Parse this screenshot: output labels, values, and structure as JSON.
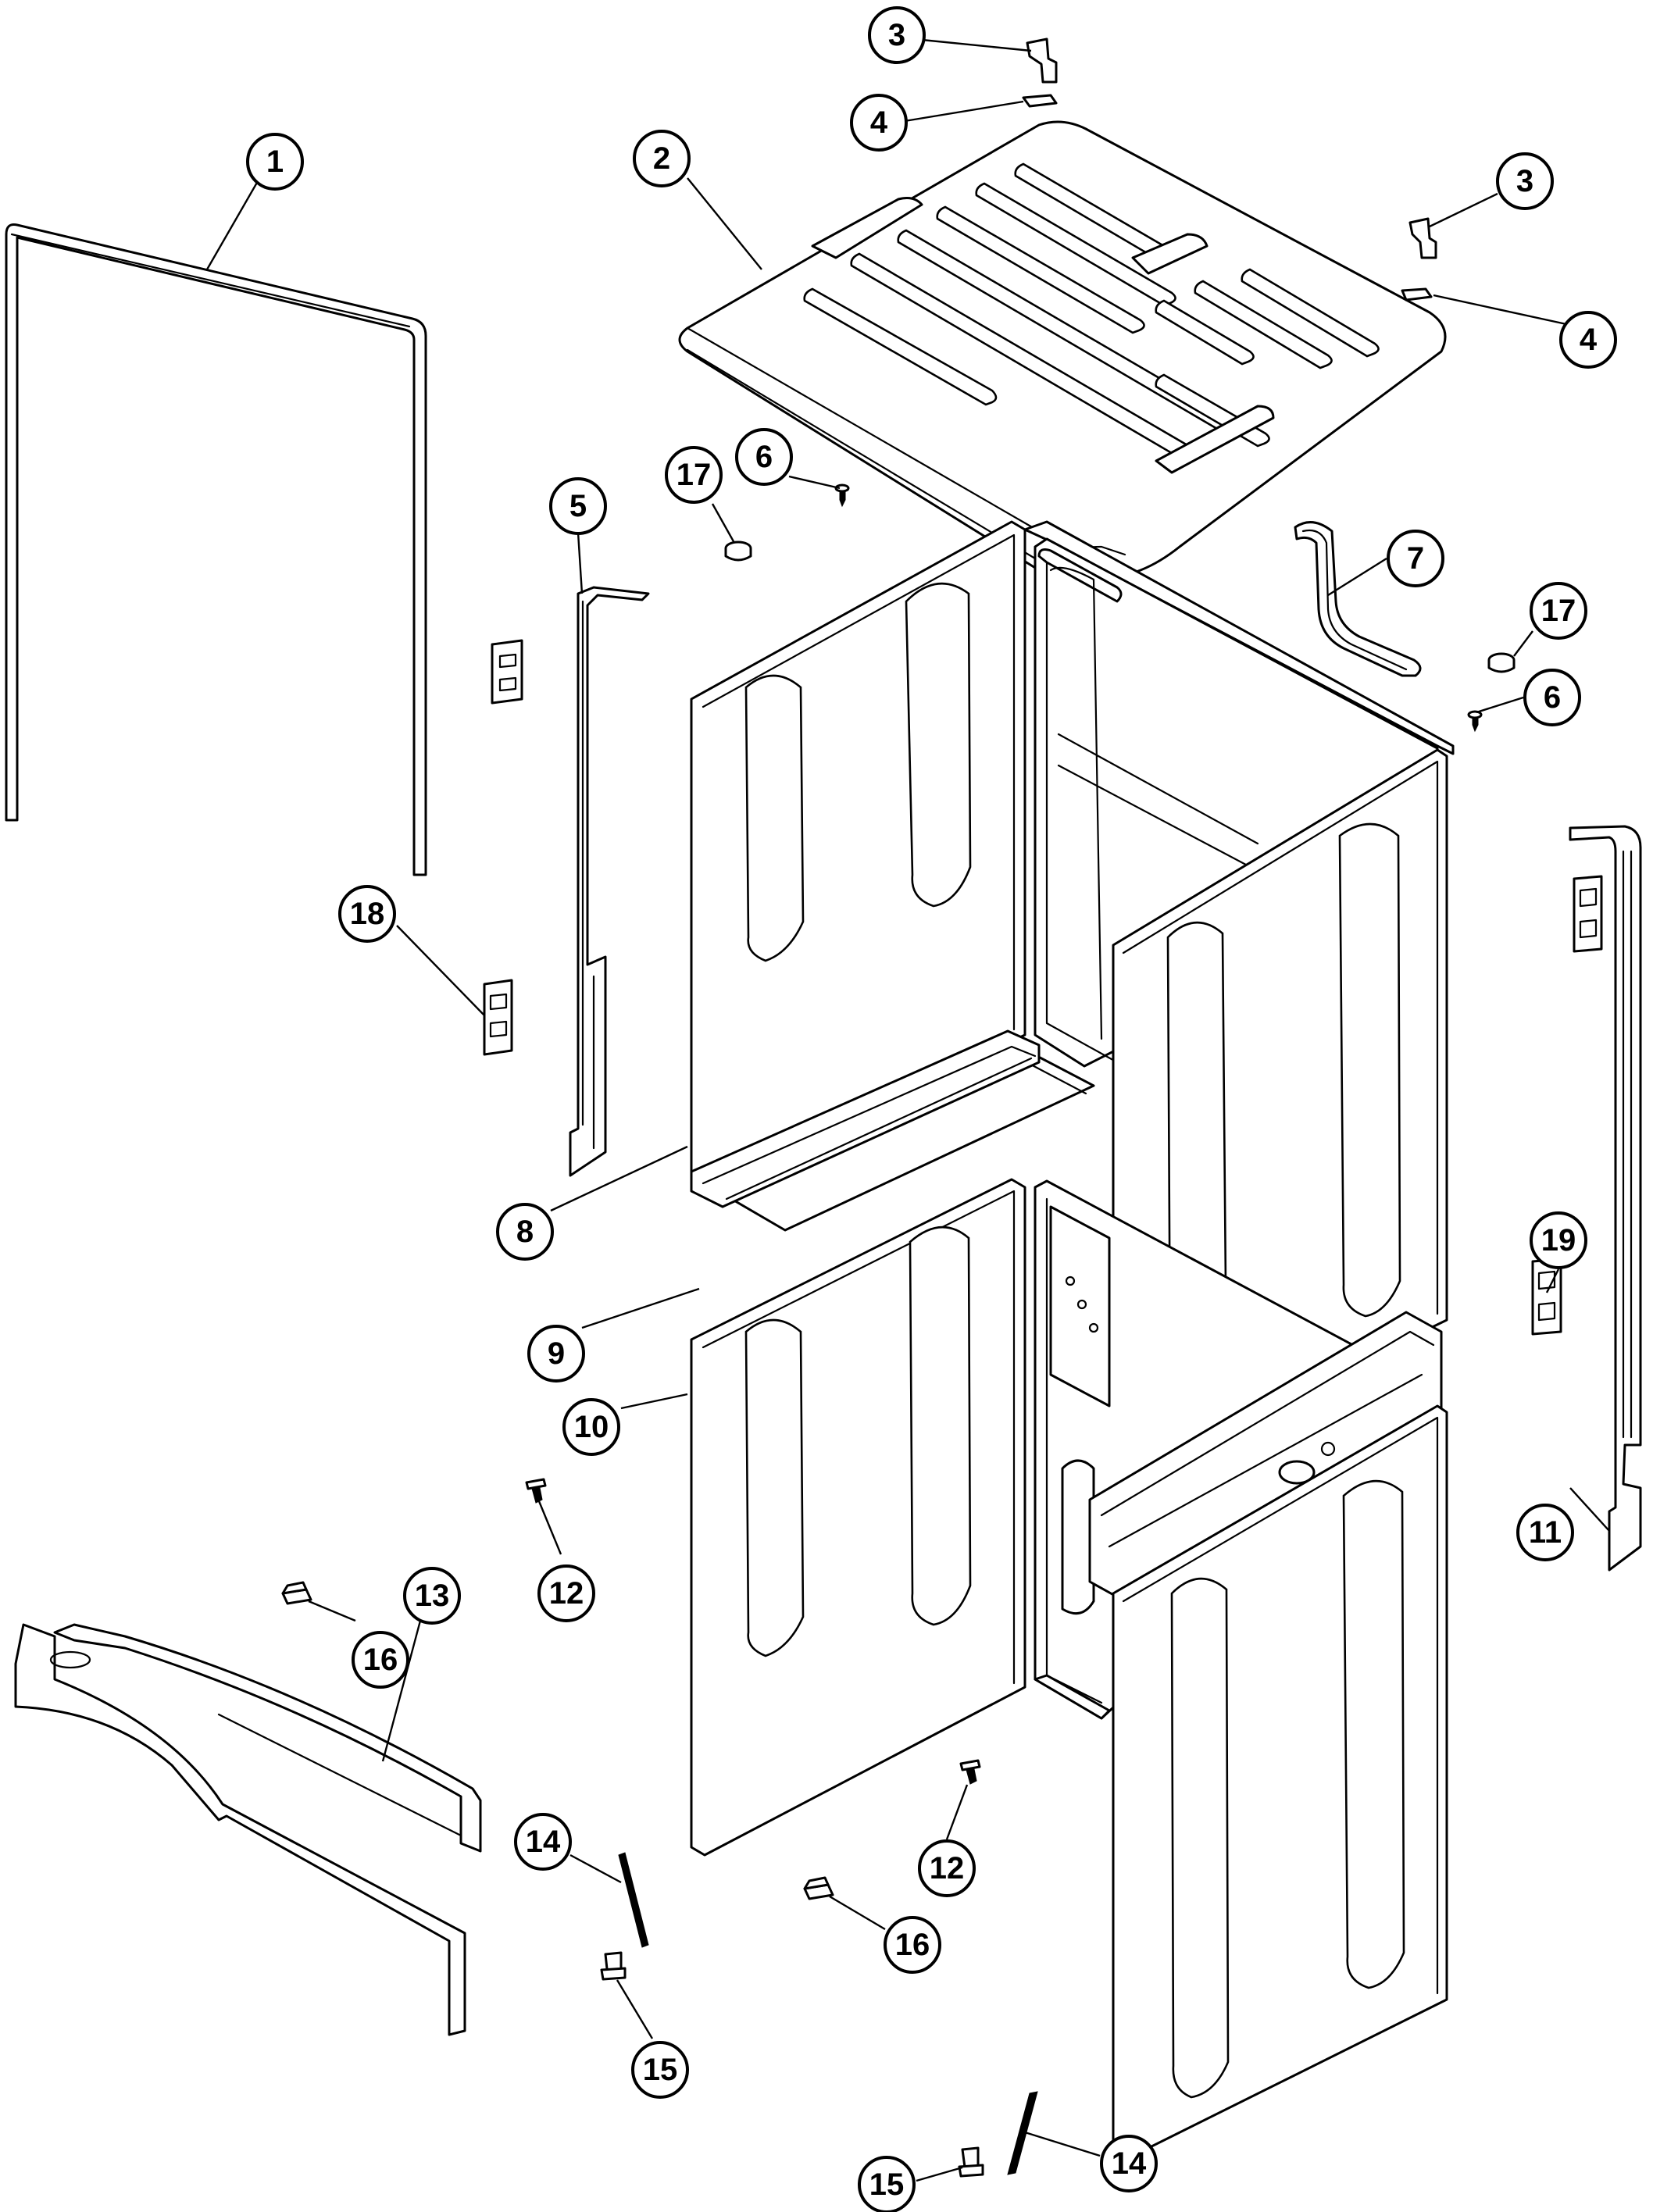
{
  "callouts": [
    {
      "id": "callout-3a",
      "label": "3"
    },
    {
      "id": "callout-4a",
      "label": "4"
    },
    {
      "id": "callout-1",
      "label": "1"
    },
    {
      "id": "callout-2",
      "label": "2"
    },
    {
      "id": "callout-3b",
      "label": "3"
    },
    {
      "id": "callout-4b",
      "label": "4"
    },
    {
      "id": "callout-17a",
      "label": "17"
    },
    {
      "id": "callout-6a",
      "label": "6"
    },
    {
      "id": "callout-5",
      "label": "5"
    },
    {
      "id": "callout-7",
      "label": "7"
    },
    {
      "id": "callout-17b",
      "label": "17"
    },
    {
      "id": "callout-6b",
      "label": "6"
    },
    {
      "id": "callout-18",
      "label": "18"
    },
    {
      "id": "callout-19",
      "label": "19"
    },
    {
      "id": "callout-8",
      "label": "8"
    },
    {
      "id": "callout-9",
      "label": "9"
    },
    {
      "id": "callout-10",
      "label": "10"
    },
    {
      "id": "callout-11",
      "label": "11"
    },
    {
      "id": "callout-12a",
      "label": "12"
    },
    {
      "id": "callout-16a",
      "label": "16"
    },
    {
      "id": "callout-13",
      "label": "13"
    },
    {
      "id": "callout-14a",
      "label": "14"
    },
    {
      "id": "callout-12b",
      "label": "12"
    },
    {
      "id": "callout-16b",
      "label": "16"
    },
    {
      "id": "callout-15a",
      "label": "15"
    },
    {
      "id": "callout-14b",
      "label": "14"
    },
    {
      "id": "callout-15b",
      "label": "15"
    }
  ]
}
